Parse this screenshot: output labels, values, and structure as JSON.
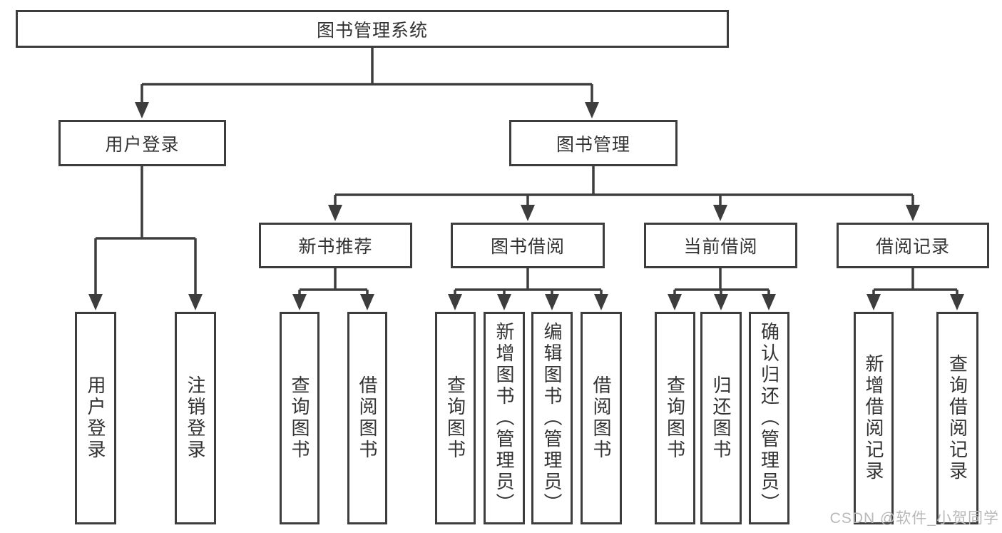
{
  "diagram": {
    "colors": {
      "background": "#ffffff",
      "line": "#3d3d3d",
      "text": "#333333",
      "watermark": "#b9b9b9"
    },
    "root": {
      "label": "图书管理系统"
    },
    "branches": [
      {
        "label": "用户登录",
        "children": [
          {
            "label": "用户登录"
          },
          {
            "label": "注销登录"
          }
        ]
      },
      {
        "label": "图书管理",
        "sections": [
          {
            "label": "新书推荐",
            "children": [
              {
                "label": "查询图书"
              },
              {
                "label": "借阅图书"
              }
            ]
          },
          {
            "label": "图书借阅",
            "children": [
              {
                "label": "查询图书"
              },
              {
                "label": "新增图书（管理员）"
              },
              {
                "label": "编辑图书（管理员）"
              },
              {
                "label": "借阅图书"
              }
            ]
          },
          {
            "label": "当前借阅",
            "children": [
              {
                "label": "查询图书"
              },
              {
                "label": "归还图书"
              },
              {
                "label": "确认归还（管理员）"
              }
            ]
          },
          {
            "label": "借阅记录",
            "children": [
              {
                "label": "新增借阅记录"
              },
              {
                "label": "查询借阅记录"
              }
            ]
          }
        ]
      }
    ],
    "watermark": "CSDN @软件_小贺同学"
  }
}
